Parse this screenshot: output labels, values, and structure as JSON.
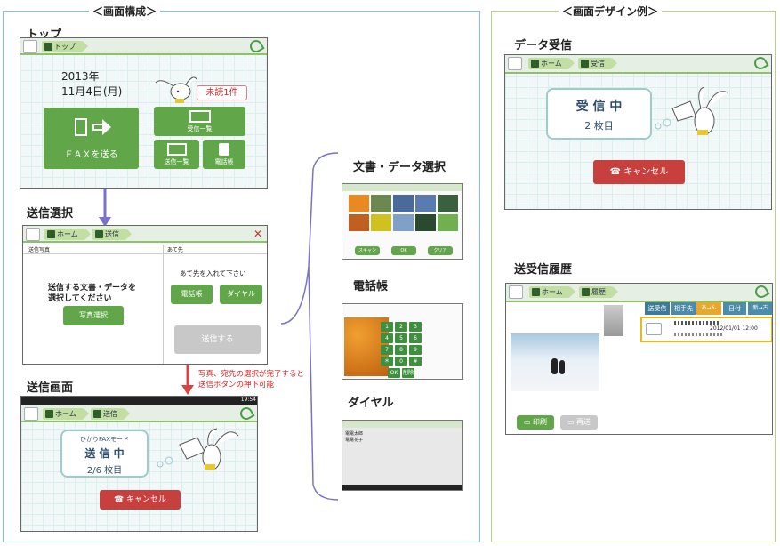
{
  "panels": {
    "left_title": "＜画面構成＞",
    "right_title": "＜画面デザイン例＞"
  },
  "top": {
    "label": "トップ",
    "crumb": "トップ",
    "year": "2013年",
    "date": "11月4日(月)",
    "unread": "未読1件",
    "fax_send": "ＦＡＸを送る",
    "received_list": "受信一覧",
    "sent_list": "送信一覧",
    "phonebook": "電話帳"
  },
  "send_select": {
    "label": "送信選択",
    "crumb_home": "ホーム",
    "crumb_send": "送信",
    "col_left": "送信写真",
    "col_right": "あて先",
    "instruction_line1": "送信する文書・データを",
    "instruction_line2": "選択してください",
    "photo_select": "写真選択",
    "dest_prompt": "あて先を入れて下さい",
    "phonebook": "電話帳",
    "dial": "ダイヤル",
    "send_button": "送信する"
  },
  "note": {
    "line1": "写真、宛先の選択が完了すると",
    "line2": "送信ボタンの押下可能"
  },
  "sending": {
    "label": "送信画面",
    "crumb_home": "ホーム",
    "crumb_send": "送信",
    "clock": "19:54",
    "mode": "ひかりFAXモード",
    "status": "送 信 中",
    "pages": "2/6 枚目",
    "cancel": "キャンセル"
  },
  "thumbs": {
    "doc_label": "文書・データ選択",
    "phonebook_label": "電話帳",
    "dial_label": "ダイヤル",
    "doc_buttons": [
      "スキャン",
      "OK",
      "クリア"
    ],
    "keypad": [
      "1",
      "2",
      "3",
      "4",
      "5",
      "6",
      "7",
      "8",
      "9",
      "＊",
      "0",
      "#"
    ],
    "keypad_ok": "OK",
    "keypad_del": "削除",
    "dial_items": [
      "電電太郎",
      "電電花子"
    ]
  },
  "receive": {
    "label": "データ受信",
    "crumb_home": "ホーム",
    "crumb_recv": "受信",
    "status": "受 信 中",
    "pages": "2 枚目",
    "cancel": "キャンセル"
  },
  "history": {
    "label": "送受信履歴",
    "crumb_home": "ホーム",
    "crumb_hist": "履歴",
    "tab_sendrecv": "送受信",
    "tab_partner": "相手先",
    "tab_partner_sort": "あ→ん",
    "tab_date": "日付",
    "tab_date_sort": "新→古",
    "entry_datetime": "2012/01/01 12:00",
    "print": "印刷",
    "resend": "再送"
  },
  "colors": {
    "accent_green": "#62a64a",
    "cancel_red": "#c8403e",
    "connector_purple": "#7a72c8",
    "connector_red": "#e04040",
    "panel_border": "#7fc8c8"
  }
}
